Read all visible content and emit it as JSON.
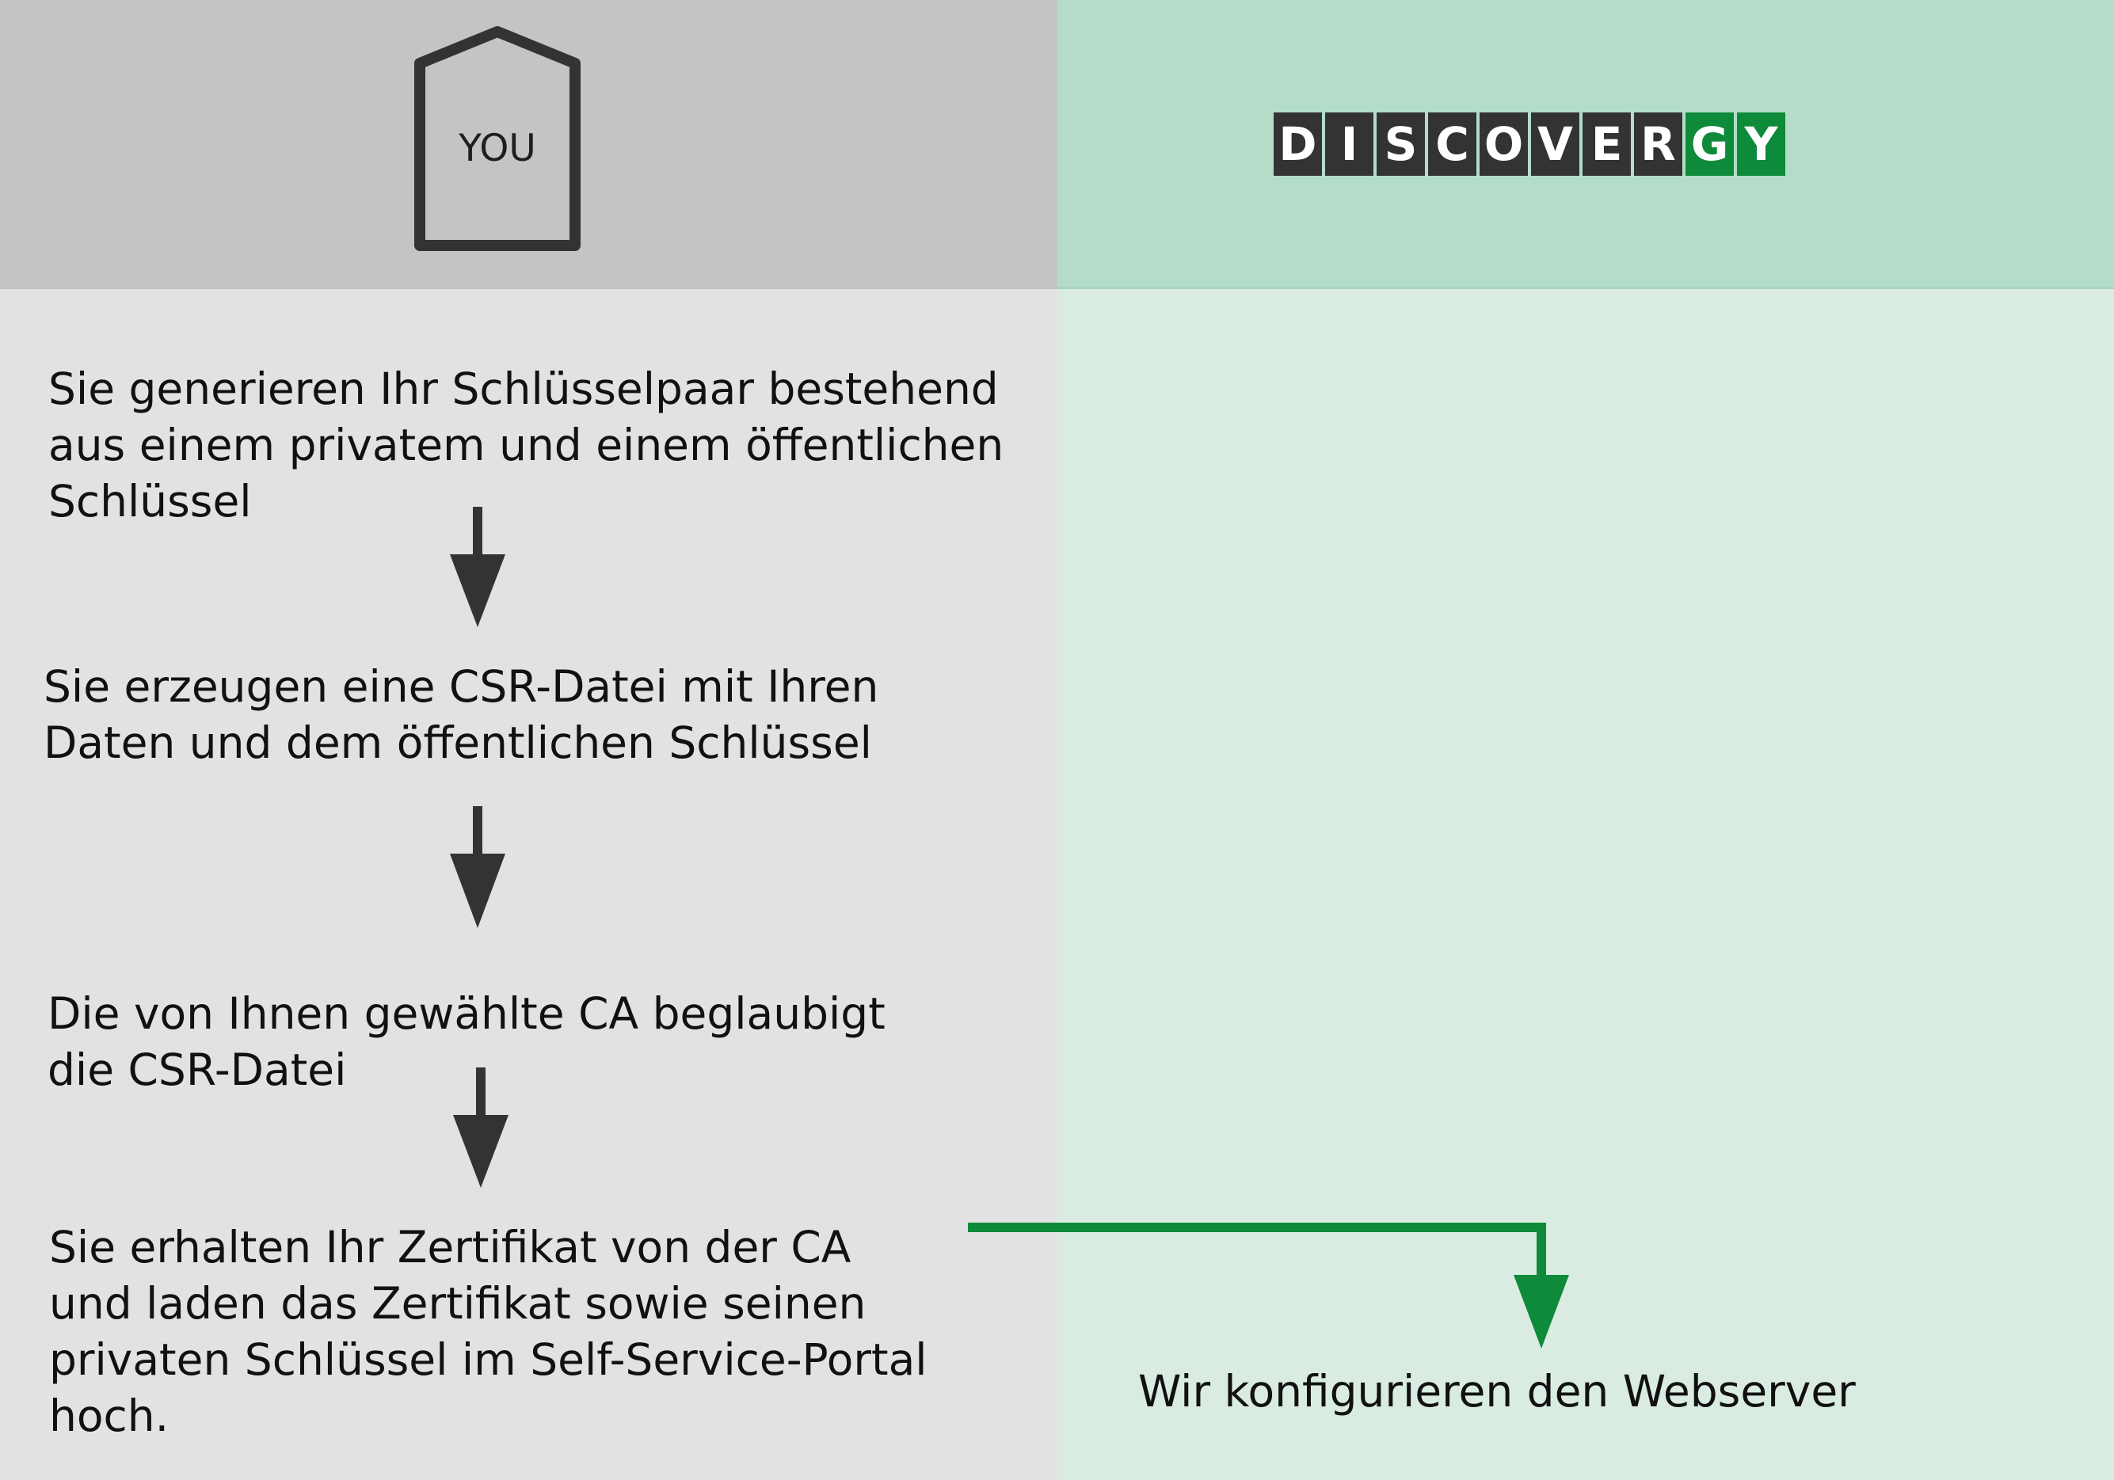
{
  "header": {
    "you_label": "YOU",
    "logo_letters": [
      {
        "char": "D",
        "color": "#333333"
      },
      {
        "char": "I",
        "color": "#333333"
      },
      {
        "char": "S",
        "color": "#333333"
      },
      {
        "char": "C",
        "color": "#333333"
      },
      {
        "char": "O",
        "color": "#333333"
      },
      {
        "char": "V",
        "color": "#333333"
      },
      {
        "char": "E",
        "color": "#333333"
      },
      {
        "char": "R",
        "color": "#333333"
      },
      {
        "char": "G",
        "color": "#0d8a3a"
      },
      {
        "char": "Y",
        "color": "#0d8a3a"
      }
    ]
  },
  "steps": {
    "step1": "Sie generieren Ihr Schlüsselpaar bestehend\naus einem privatem und einem öffentlichen\nSchlüssel",
    "step2": "Sie erzeugen eine CSR-Datei mit Ihren\nDaten und dem öffentlichen Schlüssel",
    "step3": "Die von Ihnen gewählte CA beglaubigt\ndie CSR-Datei",
    "step4": "Sie erhalten Ihr Zertifikat von der CA\nund laden das Zertifikat sowie seinen\nprivaten Schlüssel im Self-Service-Portal\nhoch.",
    "step5": "Wir konfigurieren den Webserver"
  },
  "colors": {
    "left_header": "#c4c4c4",
    "right_header": "#b4ddc9",
    "left_body": "#e2e2e2",
    "right_body": "#daece2",
    "arrow_dark": "#333333",
    "arrow_green": "#0d8a3a"
  }
}
